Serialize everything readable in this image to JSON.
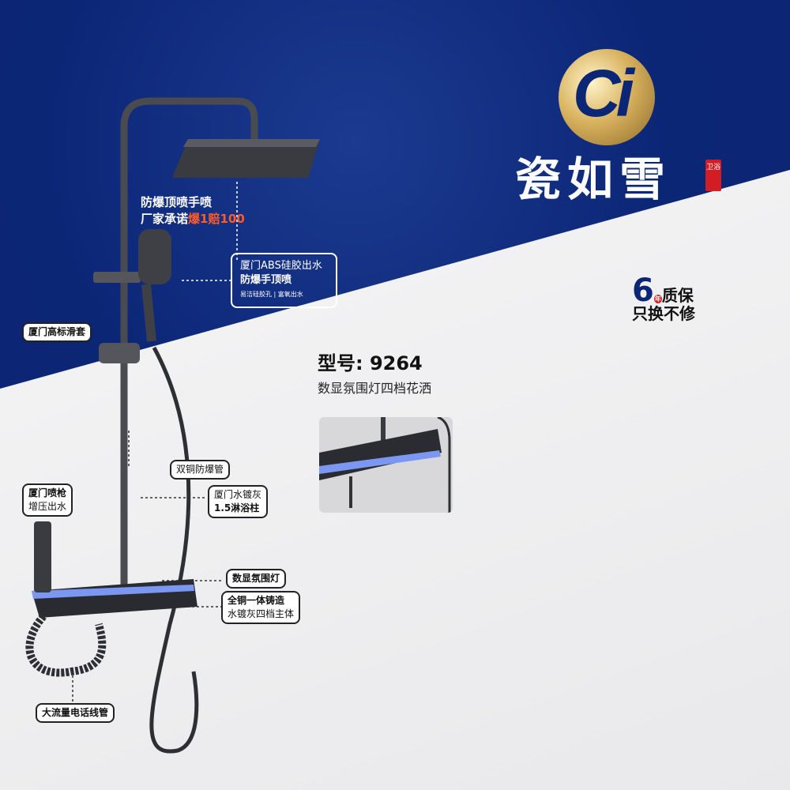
{
  "brand": {
    "logo": "Ci",
    "name": "瓷如雪",
    "seal": "卫浴"
  },
  "callouts": {
    "headline1": "防爆顶喷手喷",
    "headline2_prefix": "厂家承诺",
    "headline2_highlight": "爆1赔100",
    "head_line1": "厦门ABS硅胶出水",
    "head_line2": "防爆手顶喷",
    "head_line3": "易洁硅胶孔 | 富氧出水",
    "slider": "厦门高标滑套",
    "hose": "双铜防爆管",
    "column_line1": "厦门水镀灰",
    "column_line2": "1.5淋浴柱",
    "spray_line1": "厦门喷枪",
    "spray_line2": "增压出水",
    "display": "数显氛围灯",
    "body_line1": "全铜一体铸造",
    "body_line2": "水镀灰四档主体",
    "coil": "大流量电话线管"
  },
  "warranty": {
    "years": "6",
    "year_char": "年",
    "line1": "质保",
    "line2": "只换不修"
  },
  "product": {
    "model": "型号: 9264",
    "description": "数显氛围灯四档花洒"
  },
  "colors": {
    "navy": "#0c2676",
    "accent_red": "#ff5b2a",
    "light_strip": "#6f8cf0"
  }
}
